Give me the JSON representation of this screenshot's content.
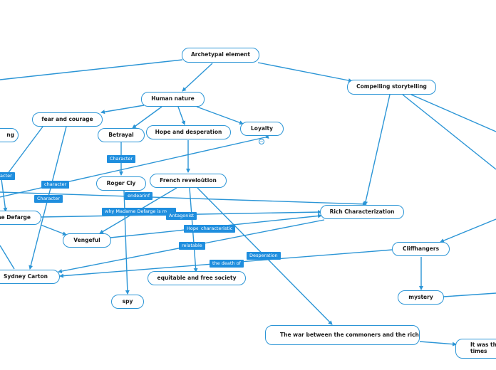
{
  "colors": {
    "edge": "#2b95d6",
    "label_bg": "#1f8ede",
    "node_border": "#2b95d6"
  },
  "nodes": {
    "archetypal": "Archetypal element",
    "human_nature": "Human nature",
    "compelling": "Compelling storytelling",
    "fear_courage": "fear and courage",
    "partial_ng": "ng",
    "betrayal": "Betrayal",
    "hope_desperation": "Hope and desperation",
    "loyalty": "Loyalty",
    "roger": "Roger Cly",
    "french_rev": "French revelou̇tion",
    "madame_defarge": "me Defarge",
    "rich_char": "Rich Characterization",
    "vengeful": "Vengeful",
    "cliffhangers": "Cliffhangers",
    "sydney": "Sydney Carton",
    "equitable": "equitable and free society",
    "mystery": "mystery",
    "spy": "spy",
    "war": "The war between the commoners and the rich",
    "times": "It was the times"
  },
  "labels": {
    "character_roger": "Character",
    "character_left": "acter",
    "character_lower": "character",
    "character_upper": "Character",
    "endearing": "endearinf",
    "why_madame": "why Madame Defarge is m",
    "antagonist": "Antagonist",
    "hope": "Hope",
    "characteristic": "characteristic",
    "relatable": "relatable",
    "desperation": "Desperation",
    "death": "the death of"
  },
  "icons": {
    "collapse": "minus-circle-icon"
  }
}
